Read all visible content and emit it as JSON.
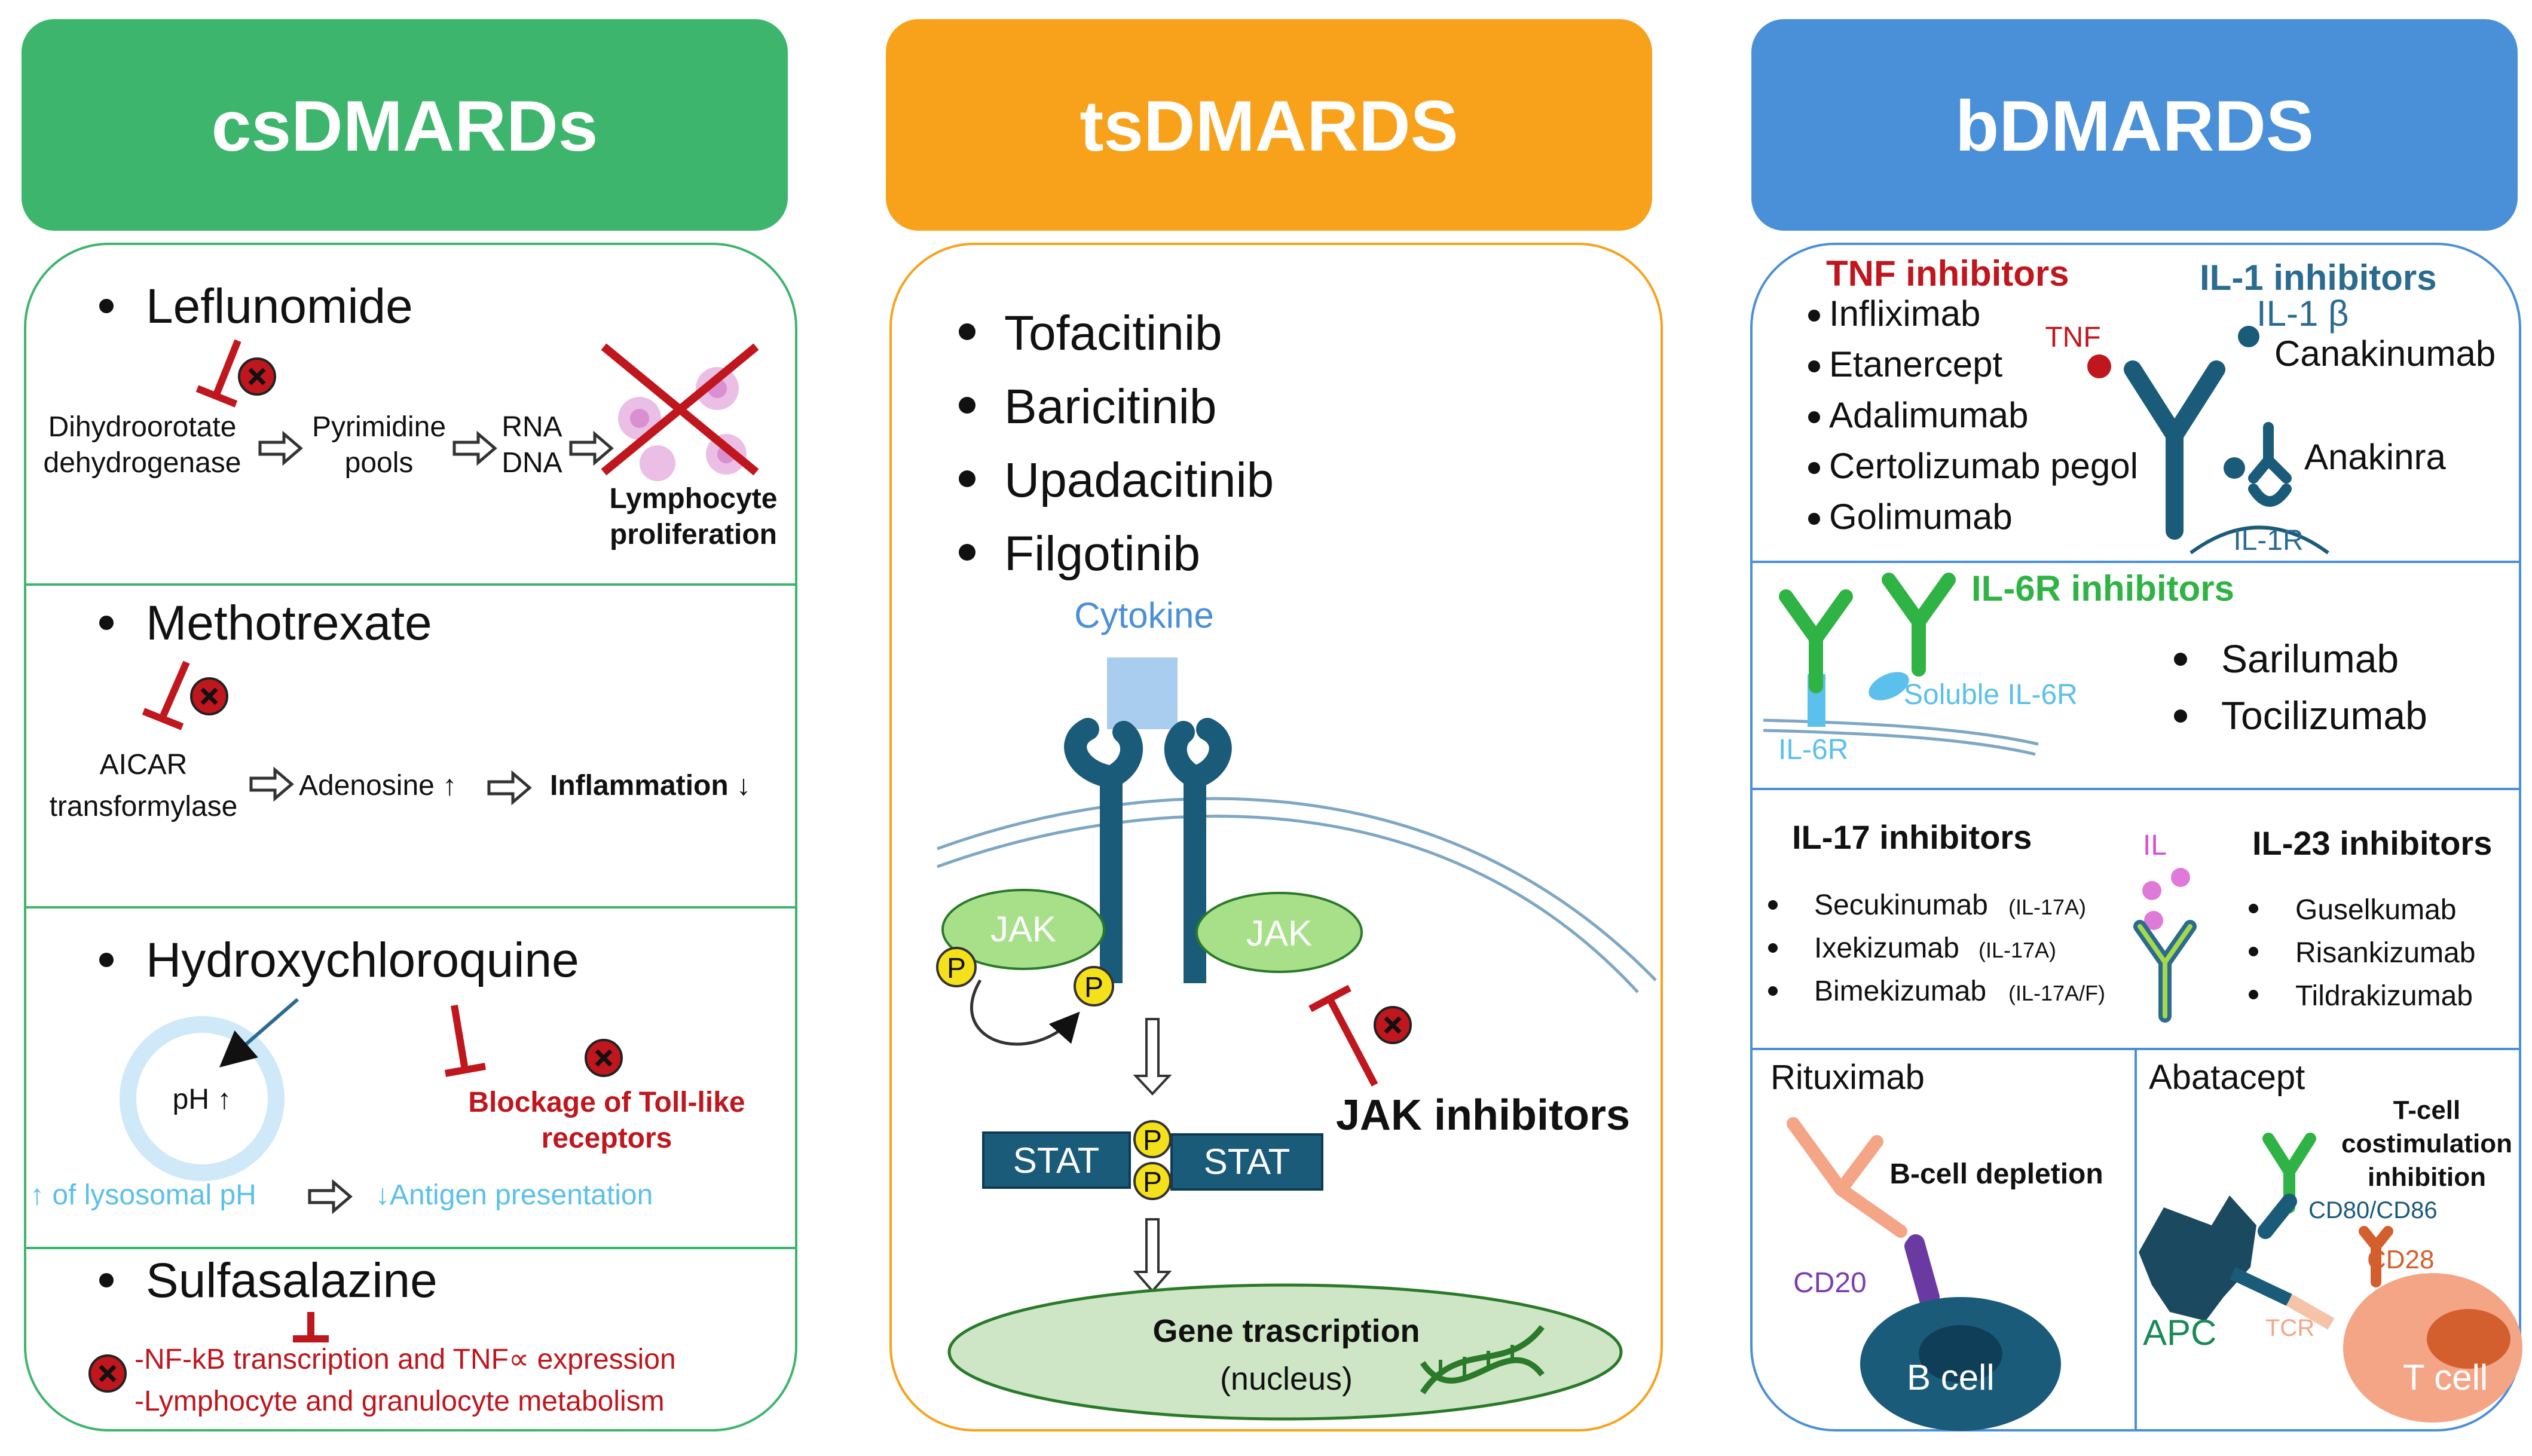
{
  "columns": {
    "cs": {
      "header": "csDMARDs",
      "color": "#3db56d",
      "leflunomide": {
        "title": "Leflunomide",
        "step1": [
          "Dihydroorotate",
          "dehydrogenase"
        ],
        "step2": [
          "Pyrimidine",
          "pools"
        ],
        "step3": [
          "RNA",
          "DNA"
        ],
        "outcome": [
          "Lymphocyte",
          "proliferation"
        ]
      },
      "methotrexate": {
        "title": "Methotrexate",
        "step1": [
          "AICAR",
          "transformylase"
        ],
        "step2": "Adenosine ↑",
        "outcome": "Inflammation ↓"
      },
      "hcq": {
        "title": "Hydroxychloroquine",
        "ph": "pH ↑",
        "blockage": [
          "Blockage of Toll-like",
          "receptors"
        ],
        "lysosomal": "↑ of lysosomal pH",
        "antigen": "↓Antigen presentation"
      },
      "ssz": {
        "title": "Sulfasalazine",
        "effect1": "-NF-kB transcription and TNF∝ expression",
        "effect2": "-Lymphocyte and granulocyte metabolism"
      }
    },
    "ts": {
      "header": "tsDMARDS",
      "color": "#f8a21b",
      "drugs": [
        "Tofacitinib",
        "Baricitinib",
        "Upadacitinib",
        "Filgotinib"
      ],
      "cytokine": "Cytokine",
      "jak": "JAK",
      "p": "P",
      "stat": "STAT",
      "jak_inhibitors": "JAK inhibitors",
      "gene": "Gene trascription",
      "nucleus": "(nucleus)"
    },
    "b": {
      "header": "bDMARDS",
      "color": "#4a90d9",
      "tnf": {
        "title": "TNF inhibitors",
        "drugs": [
          "Infliximab",
          "Etanercept",
          "Adalimumab",
          "Certolizumab pegol",
          "Golimumab"
        ],
        "label": "TNF"
      },
      "il1": {
        "title": "IL-1 inhibitors",
        "ligand": "IL-1 β",
        "drug1": "Canakinumab",
        "drug2": "Anakinra",
        "receptor": "IL-1R"
      },
      "il6": {
        "title": "IL-6R inhibitors",
        "soluble": "Soluble IL-6R",
        "receptor": "IL-6R",
        "drugs": [
          "Sarilumab",
          "Tocilizumab"
        ]
      },
      "il17": {
        "title": "IL-17 inhibitors",
        "drugs": [
          {
            "name": "Secukinumab",
            "target": "(IL-17A)"
          },
          {
            "name": "Ixekizumab",
            "target": "(IL-17A)"
          },
          {
            "name": "Bimekizumab",
            "target": "(IL-17A/F)"
          }
        ],
        "il_label": "IL"
      },
      "il23": {
        "title": "IL-23 inhibitors",
        "drugs": [
          "Guselkumab",
          "Risankizumab",
          "Tildrakizumab"
        ]
      },
      "rituximab": {
        "title": "Rituximab",
        "effect": "B-cell depletion",
        "cd20": "CD20",
        "bcell": "B cell"
      },
      "abatacept": {
        "title": "Abatacept",
        "effect": [
          "T-cell",
          "costimulation",
          "inhibition"
        ],
        "cd80": "CD80/CD86",
        "cd28": "CD28",
        "apc": "APC",
        "tcr": "TCR",
        "tcell": "T cell"
      }
    }
  },
  "colors": {
    "inhibitor_red": "#c0161d",
    "receptor_teal": "#1b5b7a",
    "jak_green": "#a8e08a",
    "antibody_green": "#2fb344",
    "phospho_yellow": "#f5e11a"
  },
  "icons": [
    "x-inhibition-icon",
    "inhibition-bar-icon",
    "dna-icon",
    "antibody-icon"
  ]
}
